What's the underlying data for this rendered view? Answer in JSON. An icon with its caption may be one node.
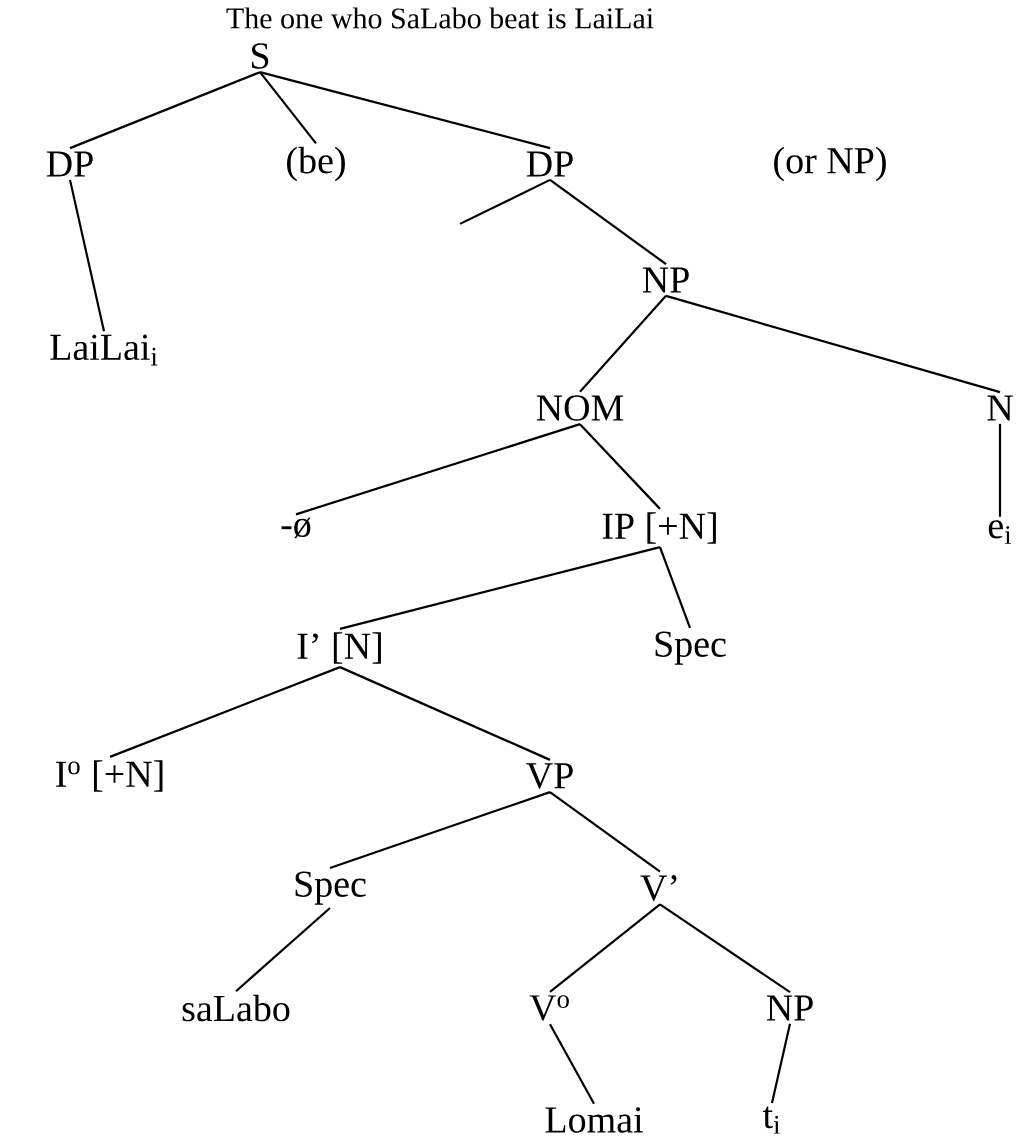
{
  "diagram": {
    "title": "The one who SaLabo beat is LaiLai",
    "nodes": [
      {
        "text": [
          "S"
        ]
      },
      {
        "text": [
          "DP"
        ]
      },
      {
        "text": [
          "(be)"
        ]
      },
      {
        "text": [
          "DP"
        ]
      },
      {
        "text": [
          "LaiLai$_{i}$"
        ]
      },
      {
        "text": [
          "NP"
        ]
      },
      {
        "text": [
          "NOM"
        ]
      },
      {
        "text": [
          "N"
        ]
      },
      {
        "text": [
          "-ø"
        ]
      },
      {
        "text": [
          "IP [+N]"
        ]
      },
      {
        "text": [
          "e$_{i}$"
        ]
      },
      {
        "text": [
          "I’ [N]"
        ]
      },
      {
        "text": [
          "Spec"
        ]
      },
      {
        "text": [
          "I$^{o}$ [+N]"
        ]
      },
      {
        "text": [
          "VP"
        ]
      },
      {
        "text": [
          "Spec"
        ]
      },
      {
        "text": [
          "V’"
        ]
      },
      {
        "text": [
          "saLabo"
        ]
      },
      {
        "text": [
          "V$^{o}$"
        ]
      },
      {
        "text": [
          "NP"
        ]
      },
      {
        "text": [
          "Lomai"
        ]
      },
      {
        "text": [
          "t$_{i}$"
        ]
      }
    ],
    "edges": [
      {
        "from": 0,
        "to": 1,
        "arrow": "none"
      },
      {
        "from": 0,
        "to": 2,
        "arrow": "none"
      },
      {
        "from": 0,
        "to": 3,
        "arrow": "none"
      },
      {
        "from": 1,
        "to": 4,
        "arrow": "none"
      },
      {
        "from": 3,
        "to": null,
        "arrow": "none"
      },
      {
        "from": 3,
        "to": 5,
        "arrow": "none"
      },
      {
        "from": 5,
        "to": 6,
        "arrow": "none"
      },
      {
        "from": 5,
        "to": 7,
        "arrow": "none"
      },
      {
        "from": 6,
        "to": 8,
        "arrow": "none"
      },
      {
        "from": 6,
        "to": 9,
        "arrow": "none"
      },
      {
        "from": 7,
        "to": 10,
        "arrow": "none"
      },
      {
        "from": 9,
        "to": 11,
        "arrow": "none"
      },
      {
        "from": 9,
        "to": 12,
        "arrow": "none"
      },
      {
        "from": 11,
        "to": 13,
        "arrow": "none"
      },
      {
        "from": 11,
        "to": 14,
        "arrow": "none"
      },
      {
        "from": 14,
        "to": 15,
        "arrow": "none"
      },
      {
        "from": 14,
        "to": 16,
        "arrow": "none"
      },
      {
        "from": 15,
        "to": 17,
        "arrow": "none"
      },
      {
        "from": 16,
        "to": 18,
        "arrow": "none"
      },
      {
        "from": 16,
        "to": 19,
        "arrow": "none"
      },
      {
        "from": 18,
        "to": 20,
        "arrow": "none"
      },
      {
        "from": 19,
        "to": 21,
        "arrow": "none"
      }
    ],
    "labels": [
      "(or NP)"
    ]
  }
}
